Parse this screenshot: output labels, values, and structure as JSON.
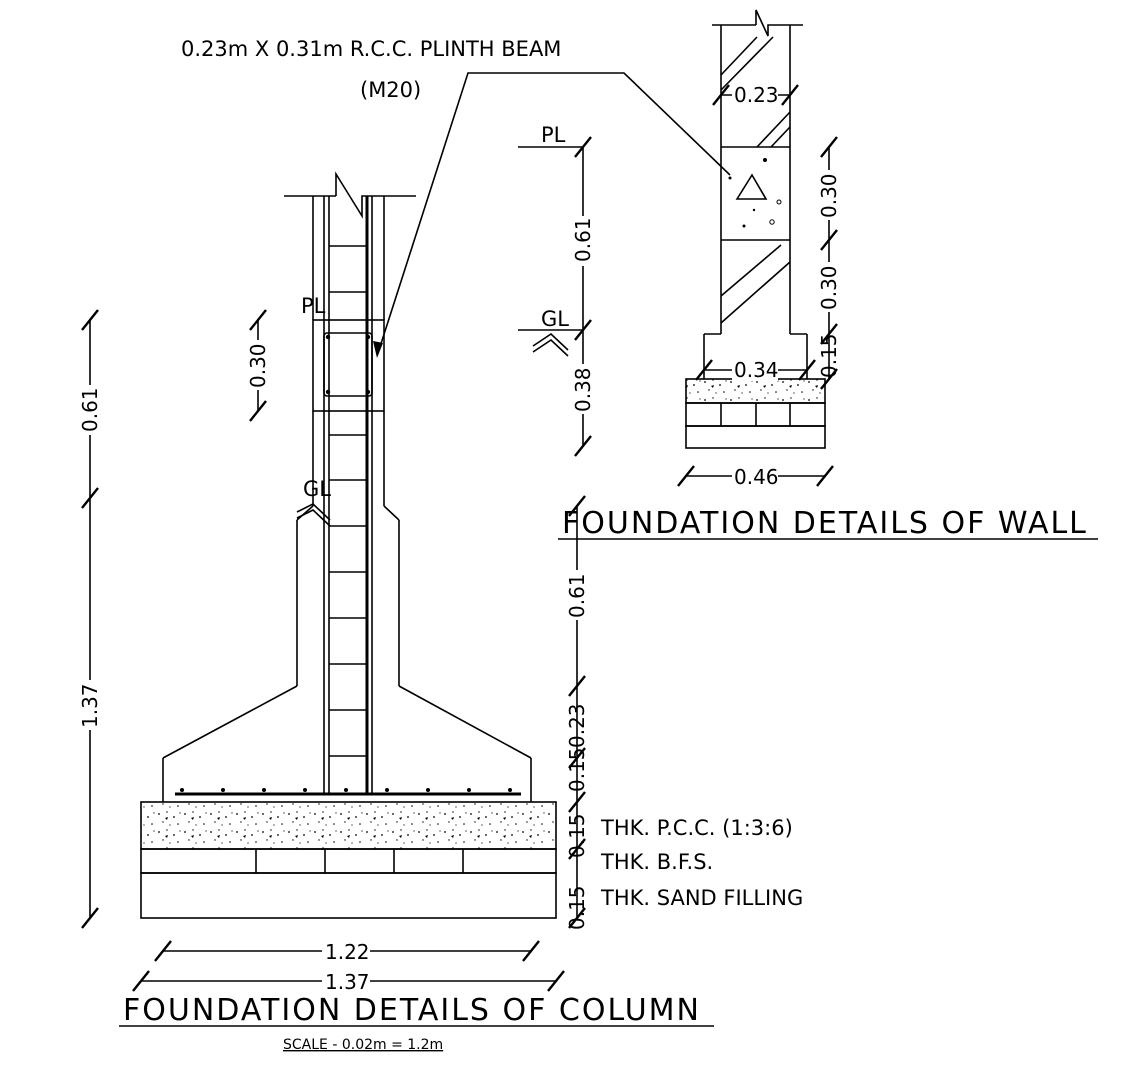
{
  "column": {
    "title": "FOUNDATION DETAILS OF COLUMN",
    "scale": "SCALE - 0.02m = 1.2m",
    "pl": "PL",
    "gl": "GL",
    "dims": {
      "total_height": "1.37",
      "upper": "0.61",
      "beam_depth": "0.30",
      "foot_width_1": "1.22",
      "foot_width_2": "1.37",
      "right_061": "0.61",
      "right_023": "0.23",
      "right_015a": "0.15",
      "right_015b": "0.15",
      "right_015c": "0.15"
    },
    "layers": [
      "THK. P.C.C. (1:3:6)",
      "THK. B.F.S.",
      "THK. SAND FILLING"
    ]
  },
  "beam_label": {
    "line1": "0.23m X 0.31m R.C.C. PLINTH BEAM",
    "line2": "(M20)"
  },
  "levels": {
    "pl": "PL",
    "gl": "GL",
    "pl_to_gl": "0.61",
    "gl_to_base": "0.38"
  },
  "wall": {
    "title": "FOUNDATION DETAILS OF WALL",
    "dims": {
      "wall_width": "0.23",
      "beam": "0.30",
      "below_beam": "0.30",
      "footing_h": "0.15",
      "footing_w": "0.34",
      "base_w": "0.46"
    }
  }
}
